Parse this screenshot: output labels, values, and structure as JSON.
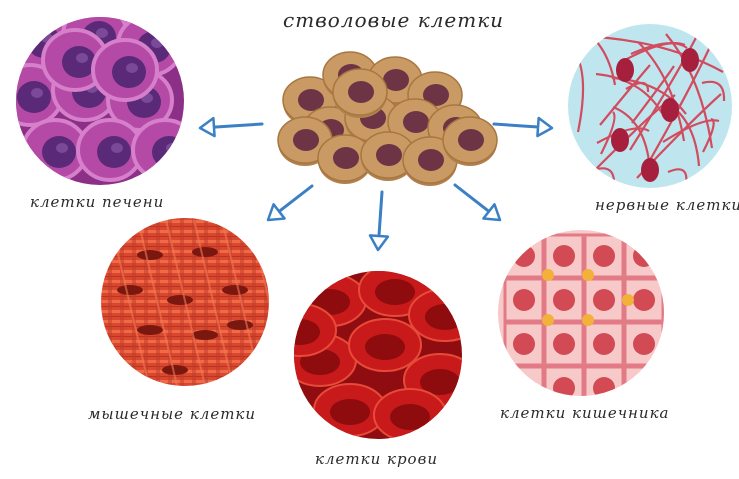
{
  "title": "стволовые клетки",
  "labels": {
    "liver": "клетки печени",
    "nerve": "нервные клетки",
    "muscle": "мышечные клетки",
    "blood": "клетки крови",
    "intestine": "клетки кишечника"
  },
  "colors": {
    "arrow": "#3b7fc4",
    "stem_outer": "#c99a64",
    "stem_inner": "#6d3446",
    "liver": "#b44aa6",
    "nerve_bg": "#bfe6ef",
    "nerve_lines": "#d14c5e",
    "muscle": "#d8452f",
    "blood": "#c81a1a",
    "intestine_bg": "#f7c9c9",
    "intestine_cell": "#d24a54"
  },
  "icons": [
    "arrow-icon"
  ]
}
